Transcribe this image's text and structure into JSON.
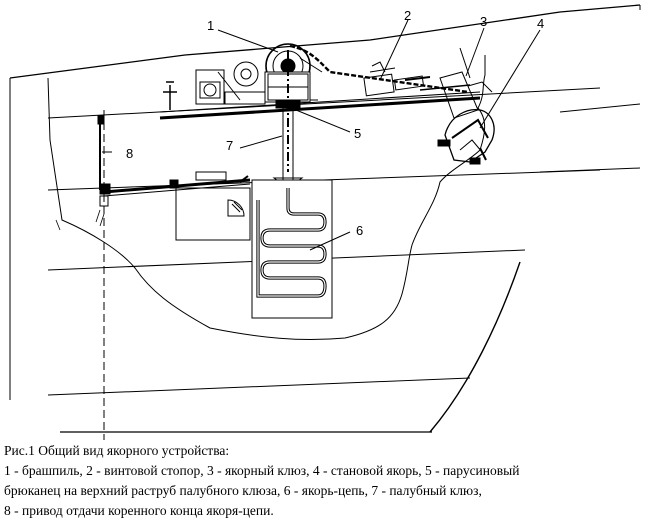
{
  "figure": {
    "labels": [
      "1",
      "2",
      "3",
      "4",
      "5",
      "6",
      "7",
      "8"
    ]
  },
  "caption": {
    "lines": [
      "Рис.1 Общий вид якорного устройства:",
      "1 - брашпиль, 2 - винтовой стопор, 3 - якорный клюз, 4 - становой якорь, 5 - парусиновый",
      "брюканец на верхний раструб палубного клюза, 6 - якорь-цепь, 7 - палубный клюз,",
      "8 - привод отдачи коренного конца якоря-цепи."
    ]
  }
}
